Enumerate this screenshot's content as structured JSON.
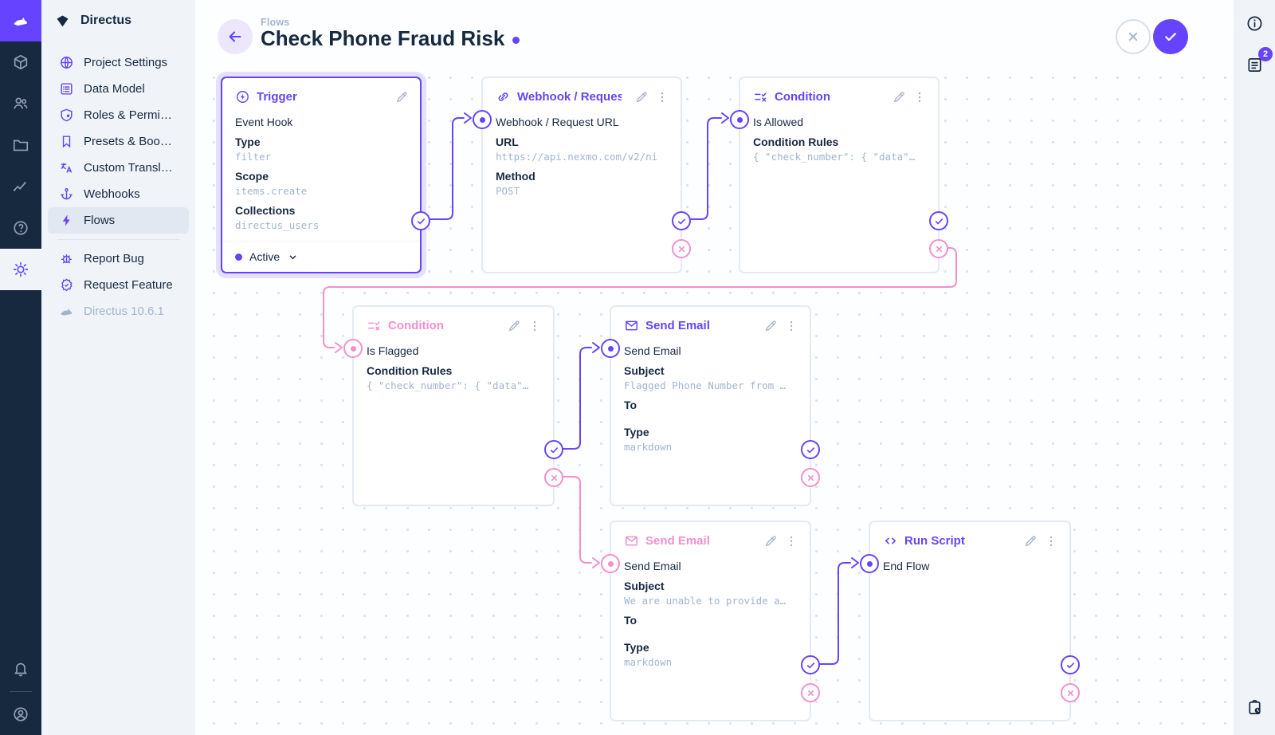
{
  "brand": {
    "name": "Directus",
    "accent": "#6644FF",
    "pink": "#F38FCD"
  },
  "sidebar": {
    "title": "Directus",
    "items": [
      {
        "label": "Project Settings"
      },
      {
        "label": "Data Model"
      },
      {
        "label": "Roles & Permissions"
      },
      {
        "label": "Presets & Bookmar..."
      },
      {
        "label": "Custom Translations"
      },
      {
        "label": "Webhooks"
      },
      {
        "label": "Flows"
      }
    ],
    "secondary": [
      {
        "label": "Report Bug"
      },
      {
        "label": "Request Feature"
      }
    ],
    "version": "Directus 10.6.1"
  },
  "header": {
    "breadcrumb": "Flows",
    "title": "Check Phone Fraud Risk"
  },
  "right_bar": {
    "notification_count": "2"
  },
  "cards": {
    "trigger": {
      "header": "Trigger",
      "name": "Event Hook",
      "fields": [
        {
          "label": "Type",
          "value": "filter"
        },
        {
          "label": "Scope",
          "value": "items.create"
        },
        {
          "label": "Collections",
          "value": "directus_users"
        }
      ],
      "status": "Active"
    },
    "webhook": {
      "header": "Webhook / Request U",
      "name": "Webhook / Request URL",
      "fields": [
        {
          "label": "URL",
          "value": "https://api.nexmo.com/v2/ni"
        },
        {
          "label": "Method",
          "value": "POST"
        }
      ]
    },
    "condition_allowed": {
      "header": "Condition",
      "name": "Is Allowed",
      "fields": [
        {
          "label": "Condition Rules",
          "value": "{ \"check_number\": { \"data\"…"
        }
      ]
    },
    "condition_flagged": {
      "header": "Condition",
      "name": "Is Flagged",
      "fields": [
        {
          "label": "Condition Rules",
          "value": "{ \"check_number\": { \"data\"…"
        }
      ]
    },
    "email_flagged": {
      "header": "Send Email",
      "name": "Send Email",
      "fields": [
        {
          "label": "Subject",
          "value": "Flagged Phone Number from …"
        },
        {
          "label": "To",
          "value": ""
        },
        {
          "label": "Type",
          "value": "markdown"
        }
      ]
    },
    "email_unable": {
      "header": "Send Email",
      "name": "Send Email",
      "fields": [
        {
          "label": "Subject",
          "value": "We are unable to provide a…"
        },
        {
          "label": "To",
          "value": ""
        },
        {
          "label": "Type",
          "value": "markdown"
        }
      ]
    },
    "run_script": {
      "header": "Run Script",
      "name": "End Flow",
      "fields": []
    }
  }
}
